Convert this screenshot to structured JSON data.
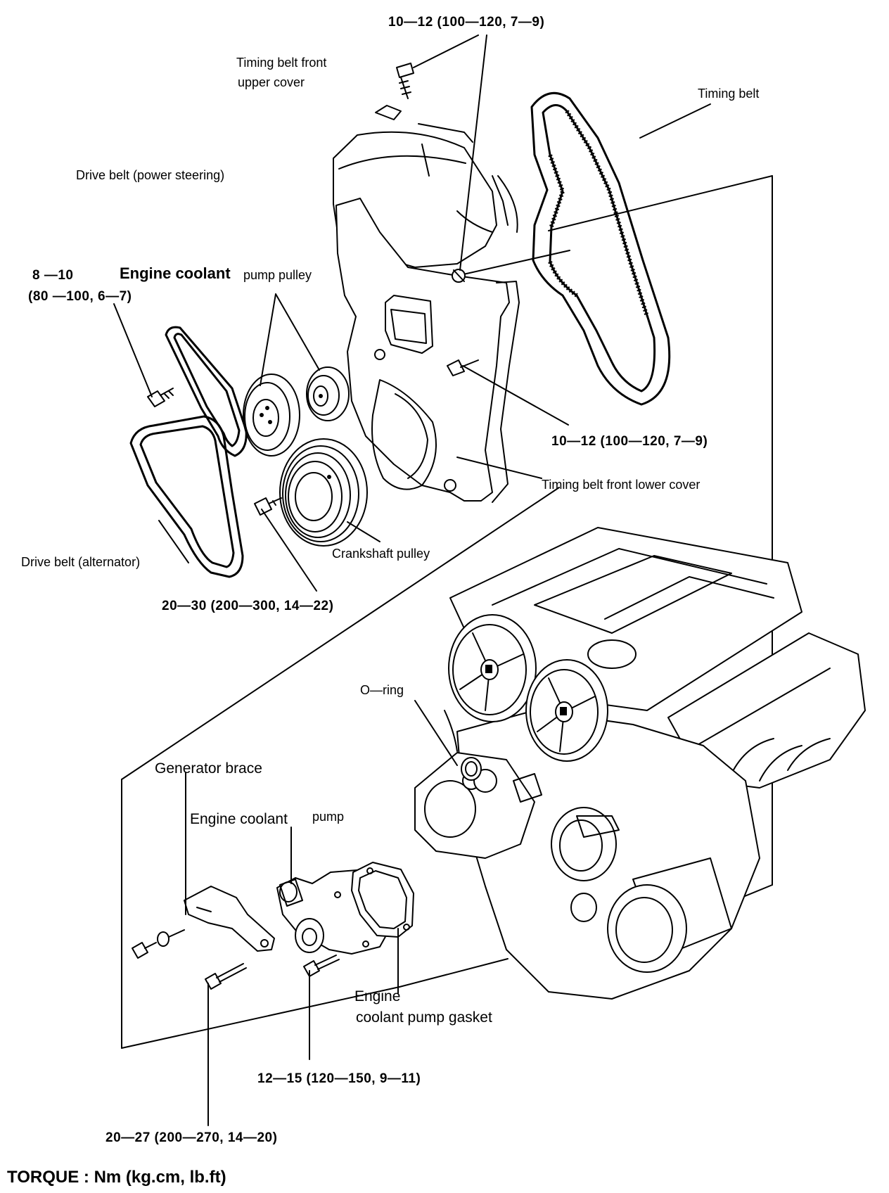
{
  "labels": {
    "torque_top_bolt": "10—12 (100—120, 7—9)",
    "timing_belt_front_upper_cover_line1": "Timing belt front",
    "timing_belt_front_upper_cover_line2": "upper cover",
    "timing_belt": "Timing belt",
    "drive_belt_power_steering": "Drive belt (power steering)",
    "torque_pulley_bolt_line1": "8 —10",
    "torque_pulley_bolt_line2": "(80 —100, 6—7)",
    "engine_coolant_bold": "Engine coolant",
    "pump_pulley": "pump pulley",
    "torque_cover_bolt": "10—12 (100—120, 7—9)",
    "timing_belt_front_lower_cover": "Timing belt front lower cover",
    "drive_belt_alternator": "Drive belt   (alternator)",
    "crankshaft_pulley": "Crankshaft  pulley",
    "torque_crank_bolt": "20—30 (200—300, 14—22)",
    "o_ring": "O—ring",
    "generator_brace": "Generator brace",
    "engine_coolant_pump_bold": "Engine coolant",
    "pump_small": "pump",
    "engine_coolant_pump_gasket_line1": "Engine",
    "engine_coolant_pump_gasket_line2": "coolant pump gasket",
    "torque_pump_bolt": "12—15 (120—150, 9—11)",
    "torque_brace_bolt": "20—27 (200—270, 14—20)",
    "torque_units": "TORQUE : Nm (kg.cm, lb.ft)"
  }
}
